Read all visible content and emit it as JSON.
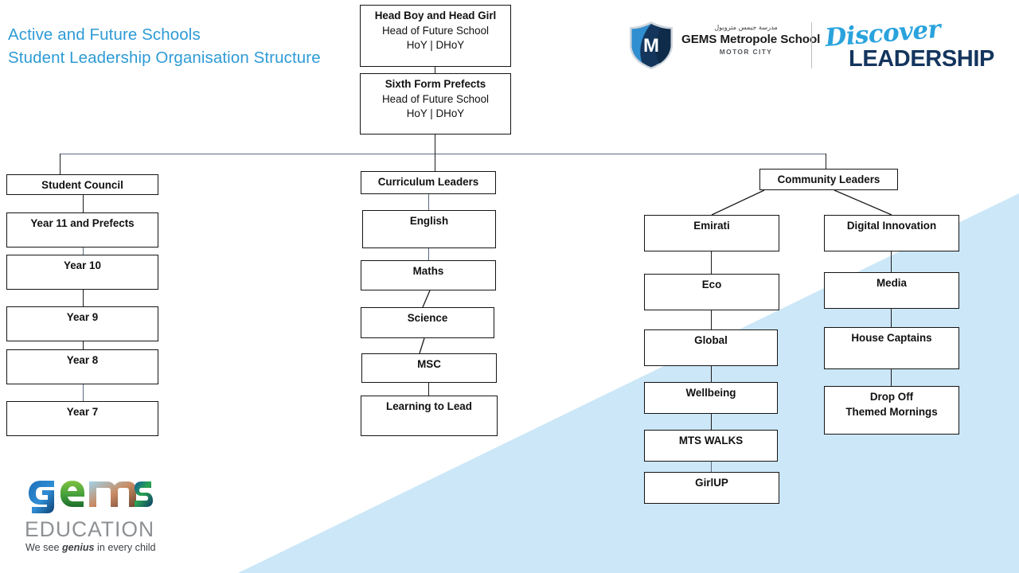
{
  "title": {
    "line1": "Active and Future Schools",
    "line2": "Student Leadership Organisation Structure",
    "color": "#2e9bd6"
  },
  "branding": {
    "school_logo": {
      "shield_letter": "M",
      "arabic_name": "مدرسة جيمس متروبول",
      "name": "GEMS Metropole School",
      "sub": "MOTOR CITY"
    },
    "campaign_logo": {
      "word1": "Discover",
      "word2": "LEADERSHIP",
      "word1_color": "#2aa3dd",
      "word2_color": "#14355e"
    },
    "gems_logo": {
      "wordmark": "gems",
      "label": "EDUCATION",
      "tagline_before": "We see ",
      "tagline_emphasis": "genius",
      "tagline_after": " in every child"
    }
  },
  "theme": {
    "wedge_color": "#cbe7f8",
    "box_border": "#141414",
    "box_fill": "#ffffff",
    "text_color": "#111111"
  },
  "chart": {
    "root": {
      "head": {
        "l1": "Head Boy and Head Girl",
        "l2": "Head of Future School",
        "l3": "HoY | DHoY"
      },
      "sixth": {
        "l1": "Sixth Form Prefects",
        "l2": "Head of Future School",
        "l3": "HoY | DHoY"
      }
    },
    "branches": [
      {
        "name": "student-council",
        "header": "Student Council",
        "items": [
          "Year 11 and Prefects",
          "Year 10",
          "Year 9",
          "Year 8",
          "Year 7"
        ]
      },
      {
        "name": "curriculum-leaders",
        "header": "Curriculum Leaders",
        "items": [
          "English",
          "Maths",
          "Science",
          "MSC",
          "Learning to Lead"
        ]
      },
      {
        "name": "community-leaders",
        "header": "Community Leaders",
        "subcolumns": [
          {
            "name": "emirati",
            "items": [
              "Emirati",
              "Eco",
              "Global",
              "Wellbeing",
              "MTS WALKS",
              "GirlUP"
            ]
          },
          {
            "name": "digital-innovation",
            "items": [
              "Digital Innovation",
              "Media",
              "House Captains",
              {
                "l1": "Drop Off",
                "l2": "Themed Mornings"
              }
            ]
          }
        ]
      }
    ]
  }
}
